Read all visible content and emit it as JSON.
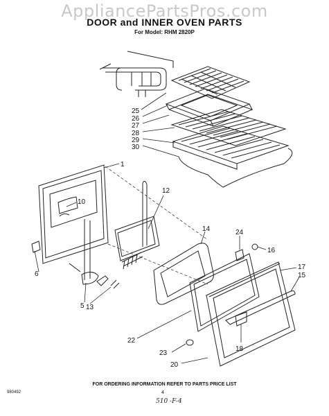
{
  "watermark": "AppliancePartsPros.com",
  "header": {
    "title": "DOOR and INNER OVEN PARTS",
    "subtitle": "For Model: RHM 2820P"
  },
  "parts": [
    {
      "id": "p1",
      "number": "1"
    },
    {
      "id": "p5",
      "number": "5"
    },
    {
      "id": "p6",
      "number": "6"
    },
    {
      "id": "p10",
      "number": "10"
    },
    {
      "id": "p12",
      "number": "12"
    },
    {
      "id": "p13",
      "number": "13"
    },
    {
      "id": "p14",
      "number": "14"
    },
    {
      "id": "p15",
      "number": "15"
    },
    {
      "id": "p16",
      "number": "16"
    },
    {
      "id": "p17",
      "number": "17"
    },
    {
      "id": "p18",
      "number": "18"
    },
    {
      "id": "p20",
      "number": "20"
    },
    {
      "id": "p22",
      "number": "22"
    },
    {
      "id": "p23",
      "number": "23"
    },
    {
      "id": "p24",
      "number": "24"
    },
    {
      "id": "p25",
      "number": "25"
    },
    {
      "id": "p26",
      "number": "26"
    },
    {
      "id": "p27",
      "number": "27"
    },
    {
      "id": "p28",
      "number": "28"
    },
    {
      "id": "p29",
      "number": "29"
    },
    {
      "id": "p30",
      "number": "30"
    }
  ],
  "footer": {
    "ordering_note": "FOR ORDERING INFORMATION REFER TO PARTS PRICE LIST",
    "code": "980492",
    "page": "4",
    "handwritten": "510 -F-4"
  }
}
